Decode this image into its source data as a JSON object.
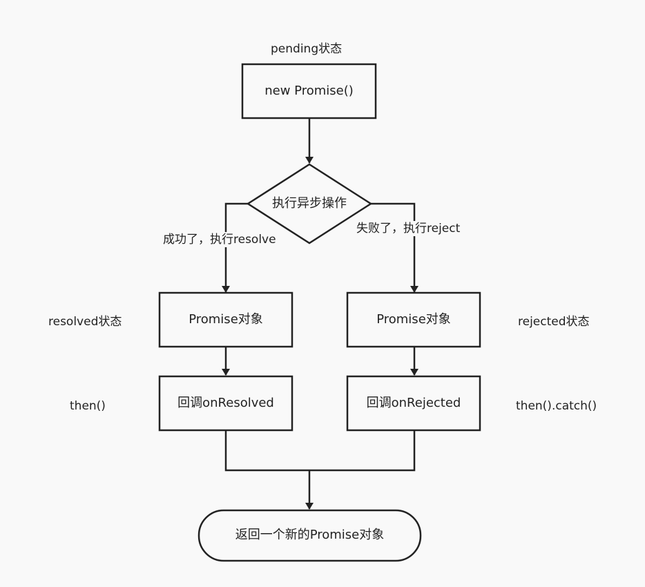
{
  "nodes": {
    "start": "new Promise()",
    "decision": "执行异步操作",
    "resolved_obj": "Promise对象",
    "rejected_obj": "Promise对象",
    "on_resolved": "回调onResolved",
    "on_rejected": "回调onRejected",
    "end": "返回一个新的Promise对象"
  },
  "edges": {
    "success": "成功了，执行resolve",
    "failure": "失败了，执行reject"
  },
  "annotations": {
    "pending": "pending状态",
    "resolved_state": "resolved状态",
    "rejected_state": "rejected状态",
    "then": "then()",
    "then_catch": "then().catch()"
  },
  "colors": {
    "stroke": "#222222",
    "fill": "#f9f9f9"
  }
}
